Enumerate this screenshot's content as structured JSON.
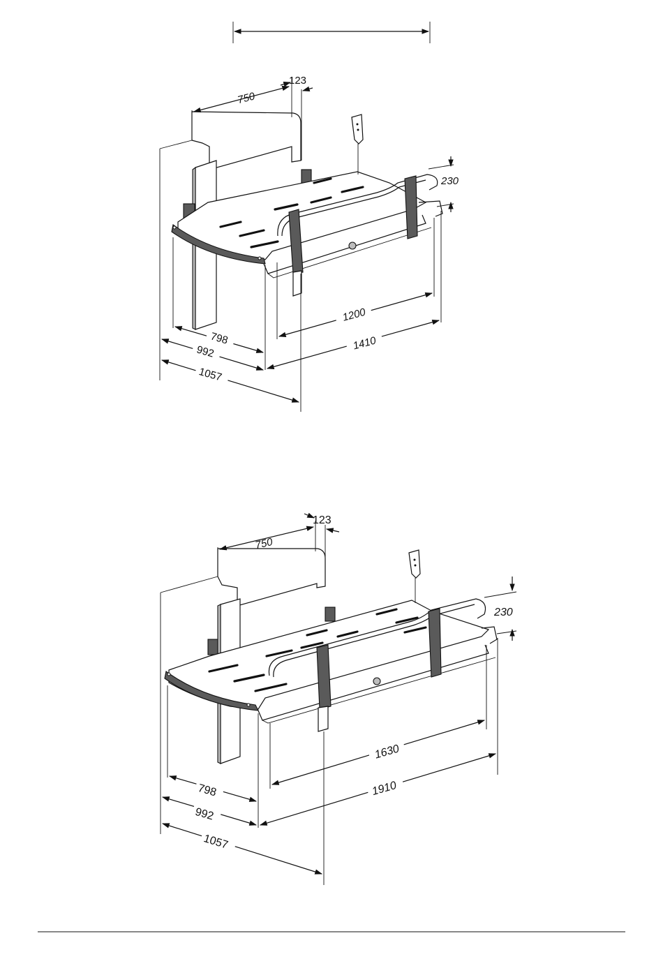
{
  "diagram_top": {
    "labels": {
      "back_width": "750",
      "offset": "123",
      "rail_height": "230",
      "inner_length": "1200",
      "outer_length": "1410",
      "depth_a": "798",
      "depth_b": "992",
      "depth_c": "1057"
    }
  },
  "diagram_bottom": {
    "labels": {
      "back_width": "750",
      "offset": "123",
      "rail_height": "230",
      "inner_length": "1630",
      "outer_length": "1910",
      "depth_a": "798",
      "depth_b": "992",
      "depth_c": "1057"
    }
  },
  "colors": {
    "line": "#111111",
    "shade": "#5a5a5a",
    "light": "#bdbdbd"
  }
}
